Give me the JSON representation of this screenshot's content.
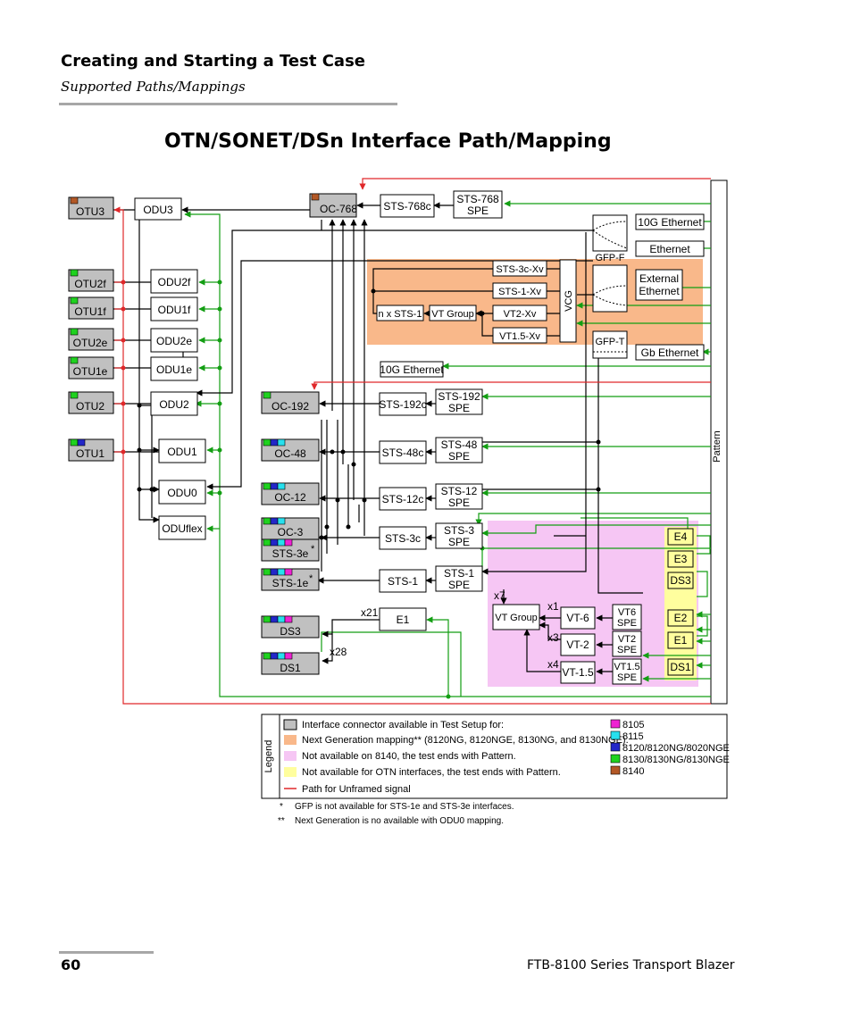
{
  "header": {
    "section_title": "Creating and Starting a Test Case",
    "subsection": "Supported Paths/Mappings"
  },
  "figure": {
    "title": "OTN/SONET/DSn Interface Path/Mapping"
  },
  "colors": {
    "grey": "#c0c0c0",
    "orange": "#f9b88a",
    "pink": "#f6c6f4",
    "yellow": "#fffe9e",
    "red": "#e0282a",
    "green": "#139e13",
    "magenta": "#ee22d2",
    "cyan": "#27e0ee",
    "blue": "#2327c8",
    "lime": "#1fd21f",
    "brown": "#b35826"
  },
  "nodes": {
    "otu3": "OTU3",
    "otu2f": "OTU2f",
    "otu1f": "OTU1f",
    "otu2e": "OTU2e",
    "otu1e": "OTU1e",
    "otu2": "OTU2",
    "otu1": "OTU1",
    "odu3": "ODU3",
    "odu2f": "ODU2f",
    "odu1f": "ODU1f",
    "odu2e": "ODU2e",
    "odu1e": "ODU1e",
    "odu2": "ODU2",
    "odu1": "ODU1",
    "odu0": "ODU0",
    "oduflex": "ODUflex",
    "oc768": "OC-768",
    "oc192": "OC-192",
    "oc48": "OC-48",
    "oc12": "OC-12",
    "oc3": "OC-3",
    "sts3e": "STS-3e",
    "sts1e": "STS-1e",
    "ds3": "DS3",
    "ds1": "DS1",
    "sts768c": "STS-768c",
    "sts768spe_1": "STS-768",
    "sts768spe_2": "SPE",
    "sts192c": "STS-192c",
    "sts192spe_1": "STS-192",
    "sts192spe_2": "SPE",
    "sts48c": "STS-48c",
    "sts48spe_1": "STS-48",
    "sts48spe_2": "SPE",
    "sts12c": "STS-12c",
    "sts12spe_1": "STS-12",
    "sts12spe_2": "SPE",
    "sts3c": "STS-3c",
    "sts3spe_1": "STS-3",
    "sts3spe_2": "SPE",
    "sts1": "STS-1",
    "sts1spe_1": "STS-1",
    "sts1spe_2": "SPE",
    "sts3cxv": "STS-3c-Xv",
    "sts1xv": "STS-1-Xv",
    "vt2xv": "VT2-Xv",
    "vt15xv": "VT1.5-Xv",
    "nxsts1": "n x STS-1",
    "vtgroup_ng": "VT Group",
    "vcg": "VCG",
    "eth10g": "10G Ethernet",
    "ethernet": "Ethernet",
    "ext_eth_1": "External",
    "ext_eth_2": "Ethernet",
    "gfpf": "GFP-F",
    "gfpt": "GFP-T",
    "gbeth": "Gb Ethernet",
    "eth10g_b": "10G Ethernet",
    "pattern": "Pattern",
    "vtgroup": "VT Group",
    "vt6": "VT-6",
    "vt2": "VT-2",
    "vt15": "VT-1.5",
    "vt6spe_1": "VT6",
    "vt6spe_2": "SPE",
    "vt2spe_1": "VT2",
    "vt2spe_2": "SPE",
    "vt15spe_1": "VT1.5",
    "vt15spe_2": "SPE",
    "e4": "E4",
    "e3": "E3",
    "ds3y": "DS3",
    "e2": "E2",
    "e1y": "E1",
    "ds1y": "DS1",
    "e1": "E1",
    "x21": "x21",
    "x28": "x28",
    "x7": "x7",
    "x1": "x1",
    "x3": "x3",
    "x4": "x4",
    "star": "*"
  },
  "legend": {
    "title": "Legend",
    "items": [
      "Interface connector available in Test Setup for:",
      "Next Generation mapping** (8120NG, 8120NGE, 8130NG, and 8130NGE).",
      "Not available on 8140, the test ends with Pattern.",
      "Not available for OTN interfaces, the test ends with Pattern.",
      "Path for Unframed signal"
    ],
    "models": [
      "8105",
      "8115",
      "8120/8120NG/8020NGE",
      "8130/8130NG/8130NGE",
      "8140"
    ],
    "notes": [
      "GFP is not available for STS-1e and STS-3e interfaces.",
      "Next Generation is no available with ODU0 mapping."
    ],
    "note_marks": [
      "*",
      "**"
    ]
  },
  "footer": {
    "page": "60",
    "book": "FTB-8100 Series Transport Blazer"
  }
}
